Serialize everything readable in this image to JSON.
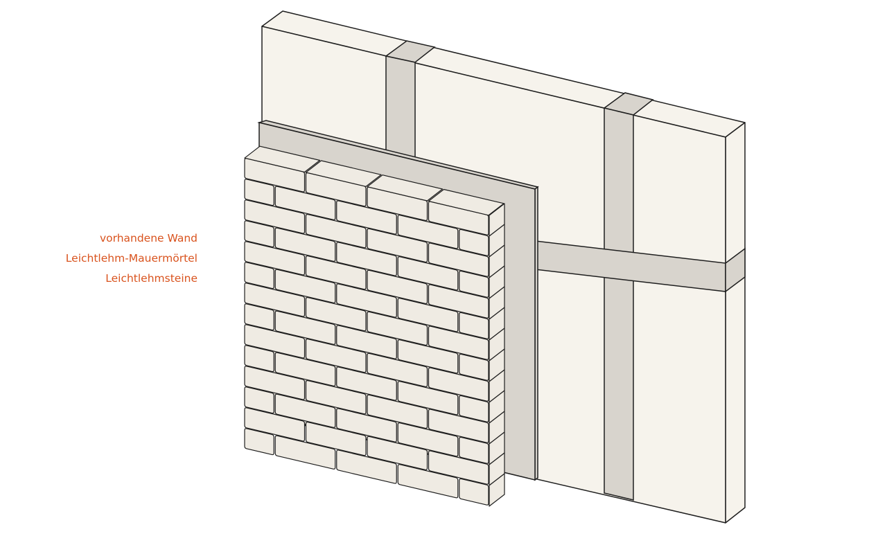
{
  "labels": {
    "existing_wall": "vorhandene Wand",
    "mortar": "Leichtlehm-Mauermörtel",
    "bricks": "Leichtlehmsteine"
  },
  "colors": {
    "label_text": "#d9531e",
    "wall_fill": "#f6f3ec",
    "mortar_fill": "#d8d4cd",
    "brick_fill": "#efebe3",
    "outline": "#1e1e1e"
  },
  "structure": {
    "brick_courses": 14,
    "bricks_per_course": 4,
    "wall_posts": 2,
    "wall_rails": 1
  }
}
